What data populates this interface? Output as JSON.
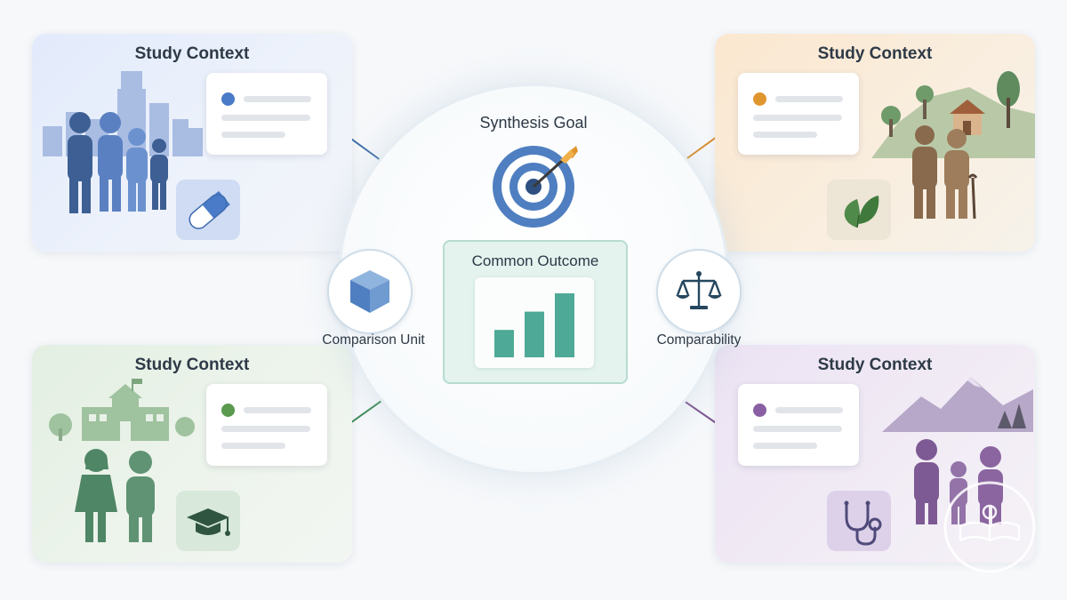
{
  "hub": {
    "goal_label": "Synthesis Goal",
    "outcome_label": "Common Outcome",
    "outcome_chart": {
      "type": "bar",
      "values": [
        3,
        5,
        7
      ]
    },
    "left_node_label": "Comparison Unit",
    "right_node_label": "Comparability"
  },
  "contexts": [
    {
      "title": "Study Context",
      "setting": "city",
      "tile_icon": "pill-icon",
      "accent": "#4a7bc8"
    },
    {
      "title": "Study Context",
      "setting": "village",
      "tile_icon": "leaf-icon",
      "accent": "#e0962f"
    },
    {
      "title": "Study Context",
      "setting": "school",
      "tile_icon": "graduation-cap-icon",
      "accent": "#4f9a63"
    },
    {
      "title": "Study Context",
      "setting": "mountains",
      "tile_icon": "stethoscope-icon",
      "accent": "#8a5fa3"
    }
  ],
  "colors": {
    "blue": "#4a7bc8",
    "orange": "#e0962f",
    "green": "#4f9a63",
    "purple": "#8a5fa3",
    "teal": "#4eaa96",
    "outcome_bg": "#e4f3ee"
  },
  "watermark": {
    "icon": "open-book-logo-icon"
  }
}
